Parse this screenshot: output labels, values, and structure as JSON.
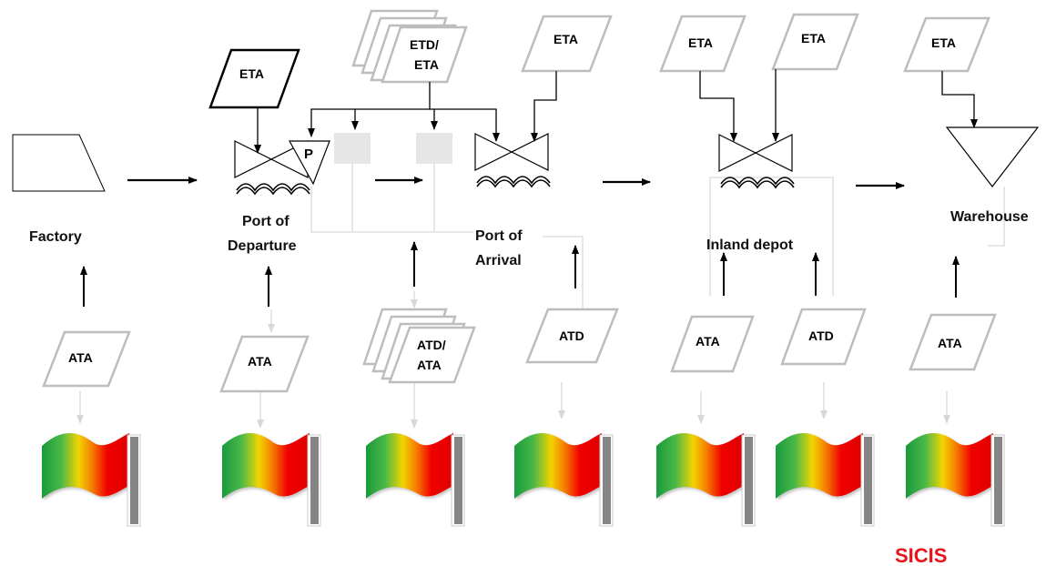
{
  "colors": {
    "logo": "#e8141b",
    "shape_border": "#bdbdbd",
    "connector": "#d4d4d4",
    "flag_green": "#22aa44",
    "flag_yellow": "#f0d000",
    "flag_red": "#f00000",
    "flag_pole": "#8a8a8a"
  },
  "locations": {
    "factory": "Factory",
    "port_of_departure_line1": "Port of",
    "port_of_departure_line2": "Departure",
    "port_of_arrival_line1": "Port of",
    "port_of_arrival_line2": "Arrival",
    "inland_depot": "Inland depot",
    "warehouse": "Warehouse"
  },
  "top_events": {
    "eta_departure": "ETA",
    "etd_eta_line1": "ETD/",
    "etd_eta_line2": "ETA",
    "eta_arrival": "ETA",
    "eta_depot_1": "ETA",
    "eta_depot_2": "ETA",
    "eta_warehouse": "ETA"
  },
  "bottom_events": {
    "ata_factory": "ATA",
    "ata_departure": "ATA",
    "atd_ata_line1": "ATD/",
    "atd_ata_line2": "ATA",
    "atd_arrival": "ATD",
    "ata_depot": "ATA",
    "atd_depot": "ATD",
    "ata_warehouse": "ATA"
  },
  "port_marker": "P",
  "flag_icon": "status-flag-icon",
  "logo": "SICIS"
}
